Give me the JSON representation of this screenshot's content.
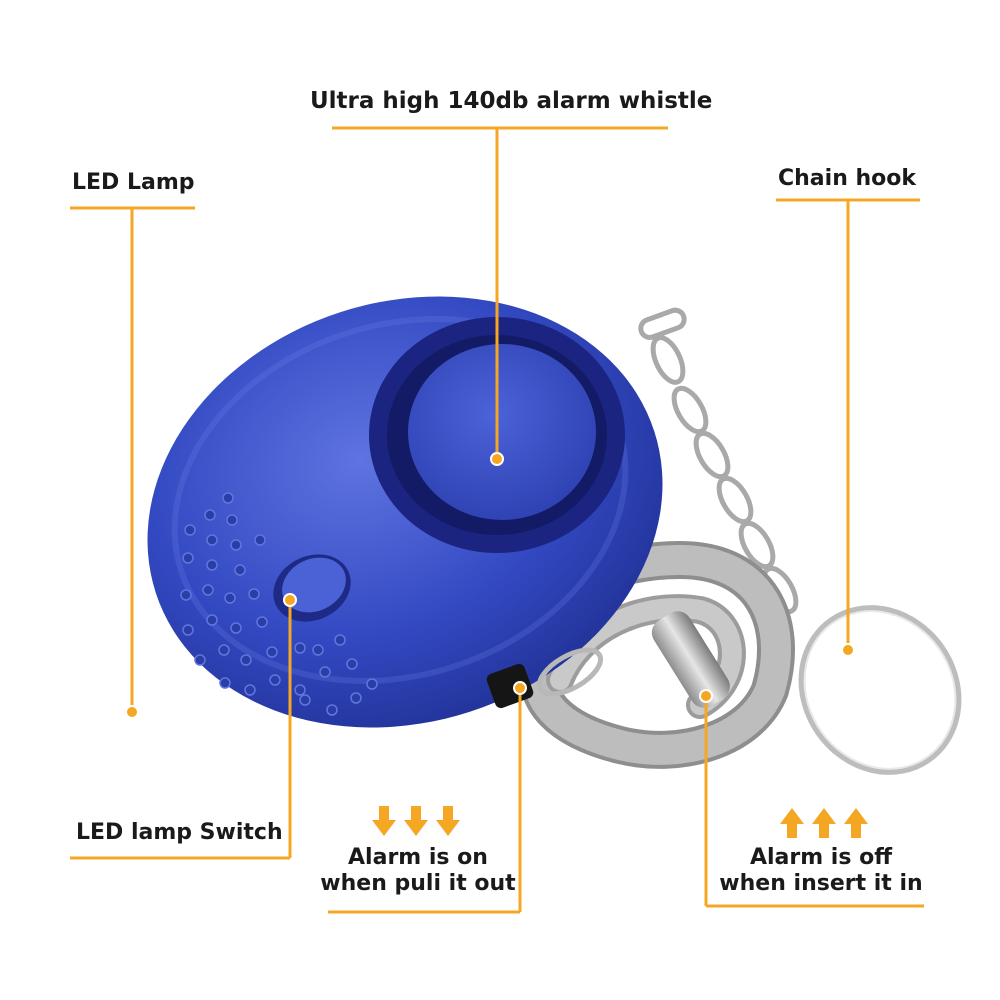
{
  "colors": {
    "accent": "#f5a623",
    "device_blue": "#2f44b8",
    "device_blue_dark": "#1c2a80",
    "strap_gray": "#9a9a9a",
    "metal": "#c8c8c8",
    "text": "#1a1a1a"
  },
  "labels": {
    "whistle": "Ultra high 140db alarm whistle",
    "led_lamp": "LED Lamp",
    "chain_hook": "Chain hook",
    "led_switch": "LED lamp Switch",
    "alarm_on_line1": "Alarm is on",
    "alarm_on_line2": "when puli it out",
    "alarm_off_line1": "Alarm is off",
    "alarm_off_line2": "when insert it in"
  },
  "icons": {
    "down_arrows": "arrow-down-icon",
    "up_arrows": "arrow-up-icon"
  }
}
